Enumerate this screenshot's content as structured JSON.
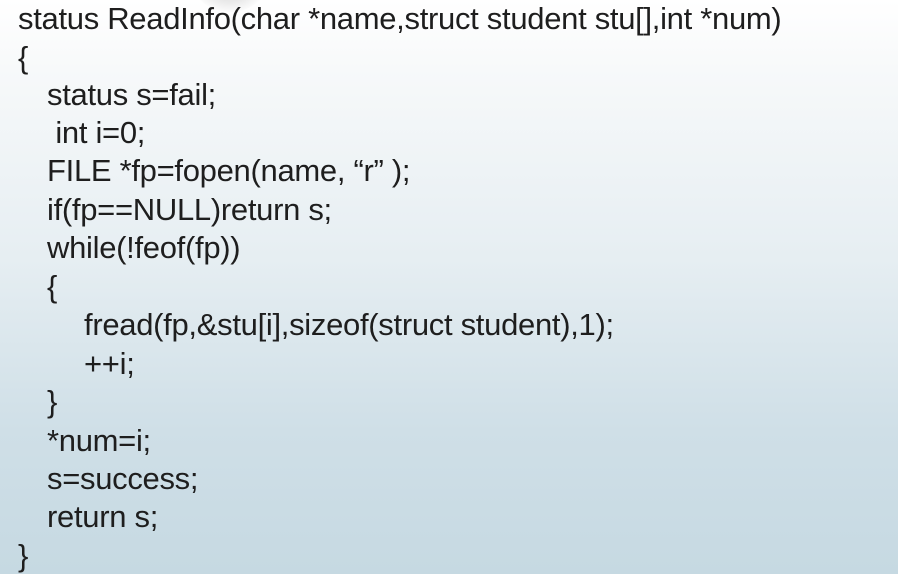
{
  "code_lines": [
    "status ReadInfo(char *name,struct student stu[],int *num)",
    "{",
    "status s=fail;",
    " int i=0;",
    "FILE *fp=fopen(name, “r” );",
    "if(fp==NULL)return s;",
    "while(!feof(fp))",
    "{",
    "fread(fp,&stu[i],sizeof(struct student),1);",
    "++i;",
    "}",
    "*num=i;",
    "s=success;",
    "return s;",
    "}"
  ]
}
